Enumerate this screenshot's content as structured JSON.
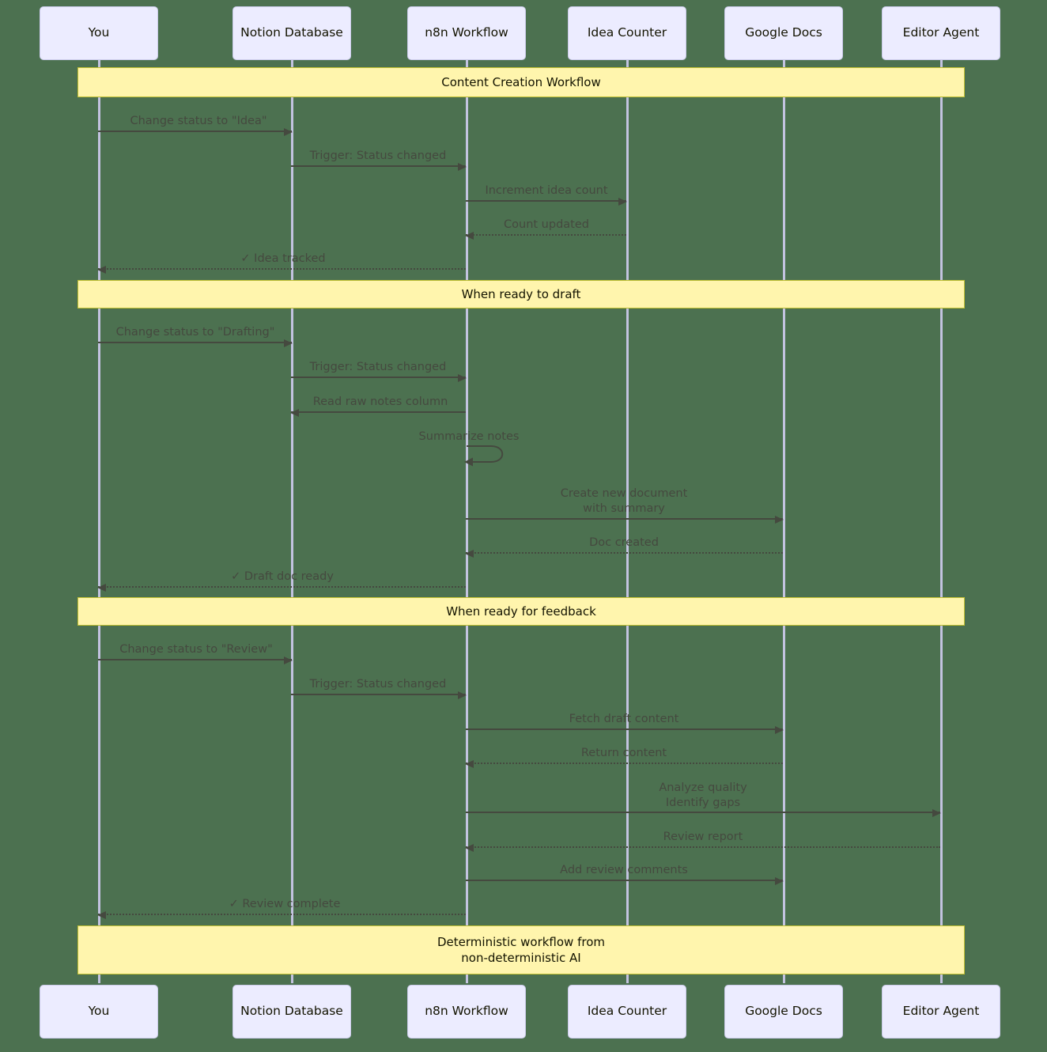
{
  "diagram": {
    "type": "sequence-diagram",
    "background_color": "#4c7150",
    "actor_fill": "#ECECFF",
    "actor_stroke": "#C9C9E8",
    "note_fill": "#FFF5AD",
    "note_stroke": "#BFBF30",
    "line_color": "#45493f",
    "lifeline_color": "#C3C3E0"
  },
  "participants": [
    {
      "id": "you",
      "label": "You"
    },
    {
      "id": "notion",
      "label": "Notion Database"
    },
    {
      "id": "n8n",
      "label": "n8n Workflow"
    },
    {
      "id": "counter",
      "label": "Idea Counter"
    },
    {
      "id": "gdocs",
      "label": "Google Docs"
    },
    {
      "id": "editor",
      "label": "Editor Agent"
    }
  ],
  "notes": [
    {
      "id": "note-1",
      "text": "Content Creation Workflow"
    },
    {
      "id": "note-2",
      "text": "When ready to draft"
    },
    {
      "id": "note-3",
      "text": "When ready for feedback"
    },
    {
      "id": "note-4",
      "text": "Deterministic workflow from\nnon-deterministic AI"
    }
  ],
  "messages": [
    {
      "id": "m1",
      "from": "you",
      "to": "notion",
      "label": "Change status to \"Idea\"",
      "style": "solid",
      "direction": "right"
    },
    {
      "id": "m2",
      "from": "notion",
      "to": "n8n",
      "label": "Trigger: Status changed",
      "style": "solid",
      "direction": "right"
    },
    {
      "id": "m3",
      "from": "n8n",
      "to": "counter",
      "label": "Increment idea count",
      "style": "solid",
      "direction": "right"
    },
    {
      "id": "m4",
      "from": "counter",
      "to": "n8n",
      "label": "Count updated",
      "style": "dashed",
      "direction": "left"
    },
    {
      "id": "m5",
      "from": "n8n",
      "to": "you",
      "label": "✓ Idea tracked",
      "style": "dashed",
      "direction": "left"
    },
    {
      "id": "m6",
      "from": "you",
      "to": "notion",
      "label": "Change status to \"Drafting\"",
      "style": "solid",
      "direction": "right"
    },
    {
      "id": "m7",
      "from": "notion",
      "to": "n8n",
      "label": "Trigger: Status changed",
      "style": "solid",
      "direction": "right"
    },
    {
      "id": "m8",
      "from": "n8n",
      "to": "notion",
      "label": "Read raw notes column",
      "style": "solid",
      "direction": "left"
    },
    {
      "id": "m9",
      "from": "n8n",
      "to": "n8n",
      "label": "Summarize notes",
      "style": "solid",
      "direction": "self"
    },
    {
      "id": "m10",
      "from": "n8n",
      "to": "gdocs",
      "label": "Create new document\nwith summary",
      "style": "solid",
      "direction": "right"
    },
    {
      "id": "m11",
      "from": "gdocs",
      "to": "n8n",
      "label": "Doc created",
      "style": "dashed",
      "direction": "left"
    },
    {
      "id": "m12",
      "from": "n8n",
      "to": "you",
      "label": "✓ Draft doc ready",
      "style": "dashed",
      "direction": "left"
    },
    {
      "id": "m13",
      "from": "you",
      "to": "notion",
      "label": "Change status to \"Review\"",
      "style": "solid",
      "direction": "right"
    },
    {
      "id": "m14",
      "from": "notion",
      "to": "n8n",
      "label": "Trigger: Status changed",
      "style": "solid",
      "direction": "right"
    },
    {
      "id": "m15",
      "from": "n8n",
      "to": "gdocs",
      "label": "Fetch draft content",
      "style": "solid",
      "direction": "right"
    },
    {
      "id": "m16",
      "from": "gdocs",
      "to": "n8n",
      "label": "Return content",
      "style": "dashed",
      "direction": "left"
    },
    {
      "id": "m17",
      "from": "n8n",
      "to": "editor",
      "label": "Analyze quality\nIdentify gaps",
      "style": "solid",
      "direction": "right"
    },
    {
      "id": "m18",
      "from": "editor",
      "to": "n8n",
      "label": "Review report",
      "style": "dashed",
      "direction": "left"
    },
    {
      "id": "m19",
      "from": "n8n",
      "to": "gdocs",
      "label": "Add review comments",
      "style": "solid",
      "direction": "right"
    },
    {
      "id": "m20",
      "from": "n8n",
      "to": "you",
      "label": "✓ Review complete",
      "style": "dashed",
      "direction": "left"
    }
  ]
}
